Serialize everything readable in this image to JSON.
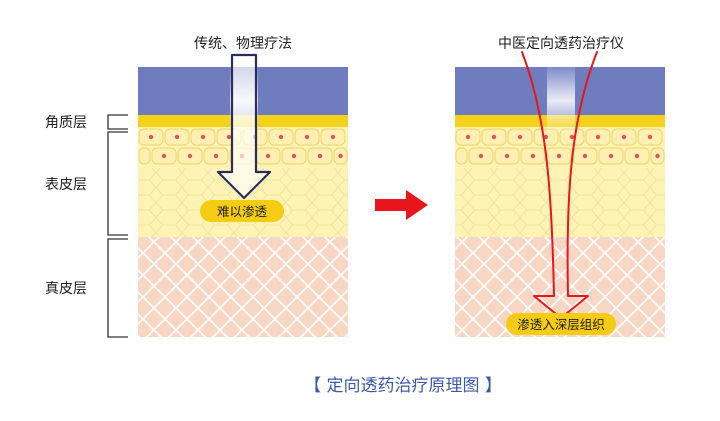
{
  "left_panel": {
    "title": "传统、物理疗法",
    "badge": "难以渗透"
  },
  "right_panel": {
    "title": "中医定向透药治疗仪",
    "badge": "渗透入深层组织"
  },
  "layer_labels": {
    "stratum_corneum": "角质层",
    "epidermis": "表皮层",
    "dermis": "真皮层"
  },
  "caption": "【 定向透药治疗原理图 】",
  "colors": {
    "medicine_top": "#6f7dbf",
    "corneum": "#f4d21a",
    "epidermis": "#fdf3b4",
    "dermis": "#f8d6c4",
    "dot": "#e8505b",
    "arrow_left": "#2b2b5e",
    "arrow_right": "#e8161c",
    "caption": "#3d5aa8",
    "connector_arrow": "#e8161c"
  }
}
